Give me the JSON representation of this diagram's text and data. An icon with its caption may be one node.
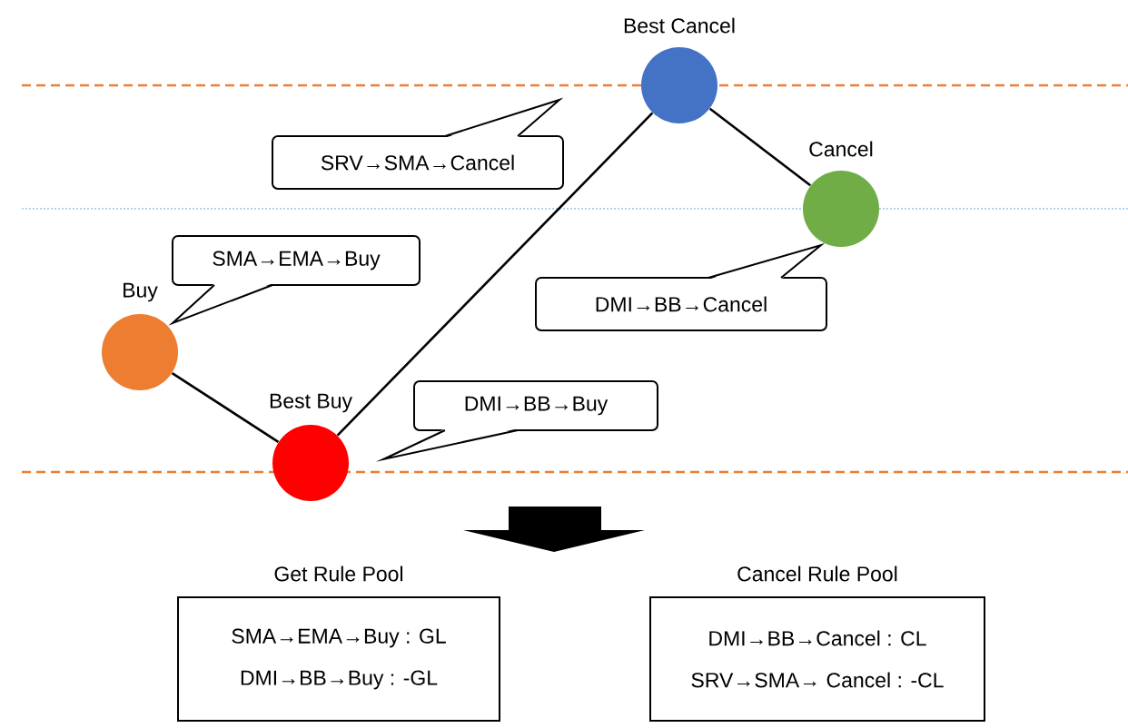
{
  "diagram": {
    "nodes": [
      {
        "text": [
          "Best Cancel"
        ]
      },
      {
        "text": [
          "SRV→SMA→Cancel"
        ]
      },
      {
        "text": [
          "Cancel"
        ]
      },
      {
        "text": [
          "SMA→EMA→Buy"
        ]
      },
      {
        "text": [
          "Buy"
        ]
      },
      {
        "text": [
          "DMI→BB→Cancel"
        ]
      },
      {
        "text": [
          "Best Buy"
        ]
      },
      {
        "text": [
          "DMI→BB→Buy"
        ]
      },
      {
        "text": [
          "Get Rule Pool",
          "SMA→EMA→Buy : GL",
          "DMI→BB→Buy : -GL"
        ]
      },
      {
        "text": [
          "Cancel Rule Pool",
          "DMI→BB→Cancel : CL",
          "SRV→SMA→ Cancel : -CL"
        ]
      }
    ],
    "edges": [
      {
        "from": 4,
        "to": 6,
        "arrow": "none"
      },
      {
        "from": 6,
        "to": 0,
        "arrow": "none"
      },
      {
        "from": 0,
        "to": 2,
        "arrow": "none"
      }
    ]
  }
}
